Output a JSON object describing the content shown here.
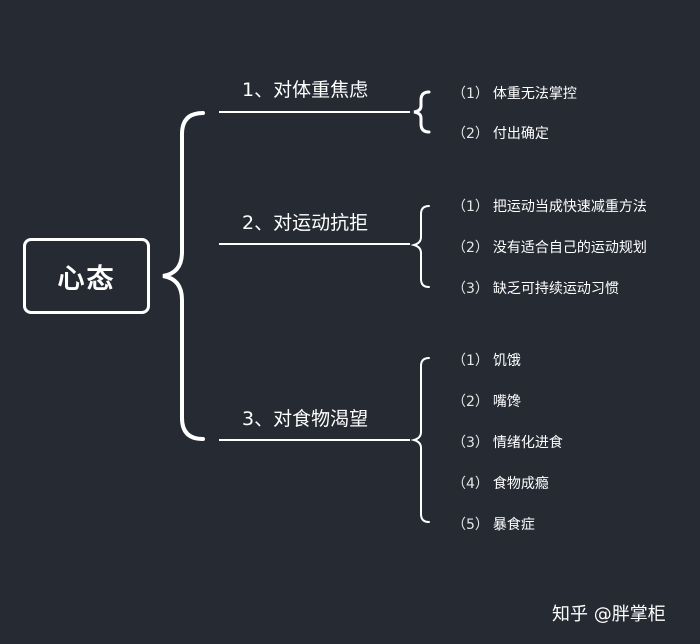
{
  "root": {
    "label": "心态"
  },
  "branches": [
    {
      "label": "1、对体重焦虑",
      "items": [
        {
          "num": "（1）",
          "text": "体重无法掌控"
        },
        {
          "num": "（2）",
          "text": "付出确定"
        }
      ]
    },
    {
      "label": "2、对运动抗拒",
      "items": [
        {
          "num": "（1）",
          "text": "把运动当成快速减重方法"
        },
        {
          "num": "（2）",
          "text": "没有适合自己的运动规划"
        },
        {
          "num": "（3）",
          "text": "缺乏可持续运动习惯"
        }
      ]
    },
    {
      "label": "3、对食物渴望",
      "items": [
        {
          "num": "（1）",
          "text": "饥饿"
        },
        {
          "num": "（2）",
          "text": "嘴馋"
        },
        {
          "num": "（3）",
          "text": "情绪化进食"
        },
        {
          "num": "（4）",
          "text": "食物成瘾"
        },
        {
          "num": "（5）",
          "text": "暴食症"
        }
      ]
    }
  ],
  "watermark": "知乎 @胖掌柜",
  "colors": {
    "background": "#252a33",
    "line": "#ffffff"
  }
}
